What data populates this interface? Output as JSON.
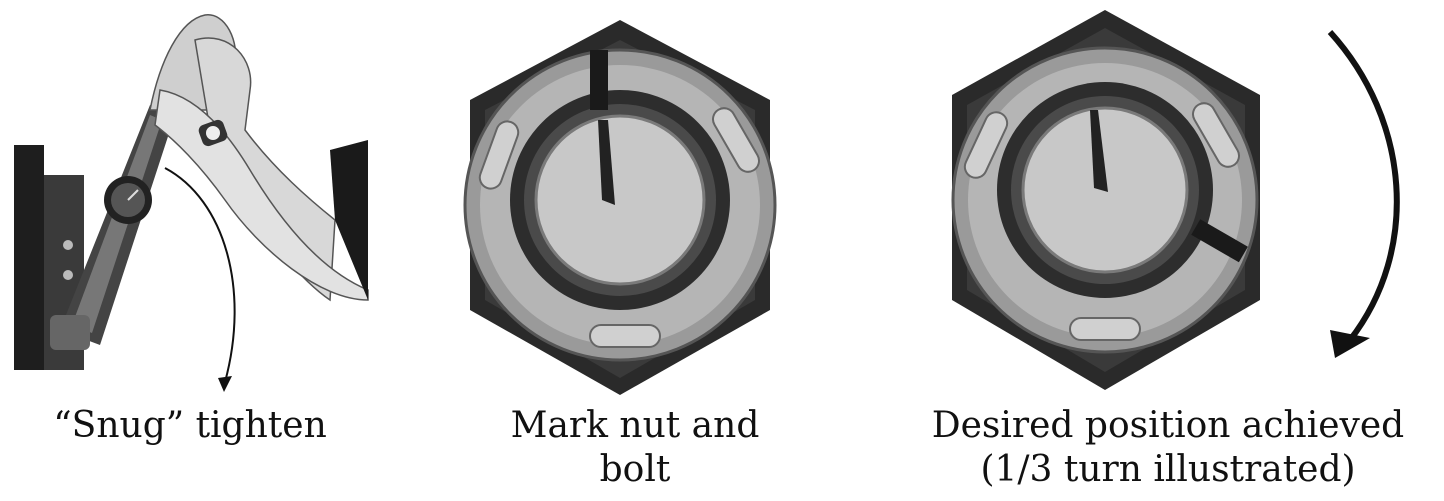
{
  "steps": [
    {
      "caption": "“Snug” tighten"
    },
    {
      "caption": "Mark nut and bolt"
    },
    {
      "caption": "Desired position achieved (1/3 turn illustrated)"
    }
  ],
  "colors": {
    "background": "#ffffff",
    "ink": "#111111",
    "steel_dark": "#2a2a2a",
    "steel_mid": "#8a8a8a",
    "steel_light": "#c9c9c9"
  },
  "icons": [
    "wrench-icon",
    "hands-icon",
    "hex-nut-icon",
    "rotation-arrow-icon"
  ]
}
